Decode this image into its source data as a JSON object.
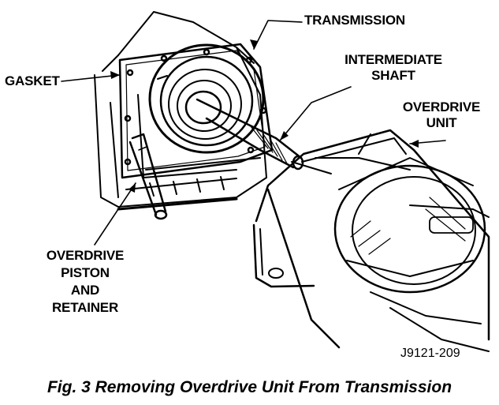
{
  "labels": {
    "transmission": "TRANSMISSION",
    "gasket": "GASKET",
    "intermediate_shaft_line1": "INTERMEDIATE",
    "intermediate_shaft_line2": "SHAFT",
    "overdrive_unit_line1": "OVERDRIVE",
    "overdrive_unit_line2": "UNIT",
    "piston_line1": "OVERDRIVE",
    "piston_line2": "PISTON",
    "piston_line3": "AND",
    "piston_line4": "RETAINER"
  },
  "figure_code": "J9121-209",
  "caption": "Fig. 3 Removing Overdrive Unit From Transmission"
}
